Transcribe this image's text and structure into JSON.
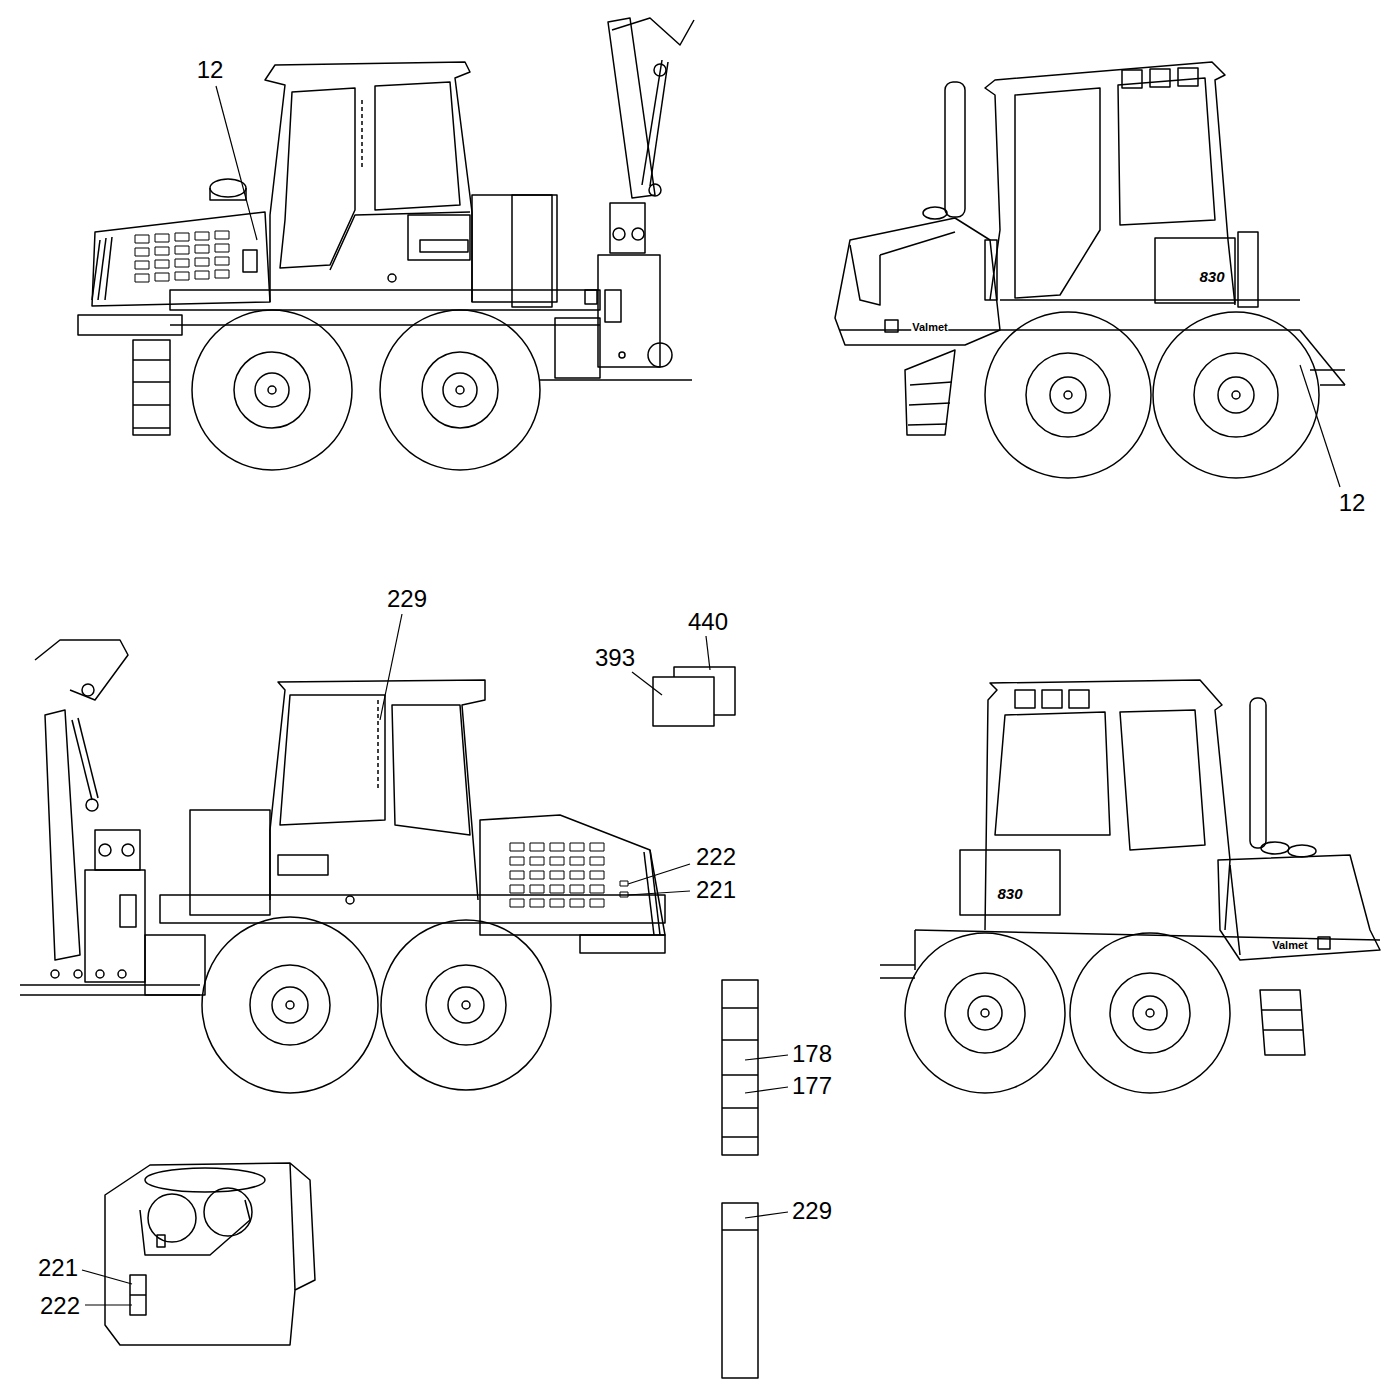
{
  "diagram": {
    "labels": [
      "12",
      "830",
      "Valmet",
      "12",
      "229",
      "440",
      "393",
      "222",
      "221",
      "830",
      "Valmet",
      "178",
      "177",
      "229",
      "221",
      "222"
    ]
  }
}
